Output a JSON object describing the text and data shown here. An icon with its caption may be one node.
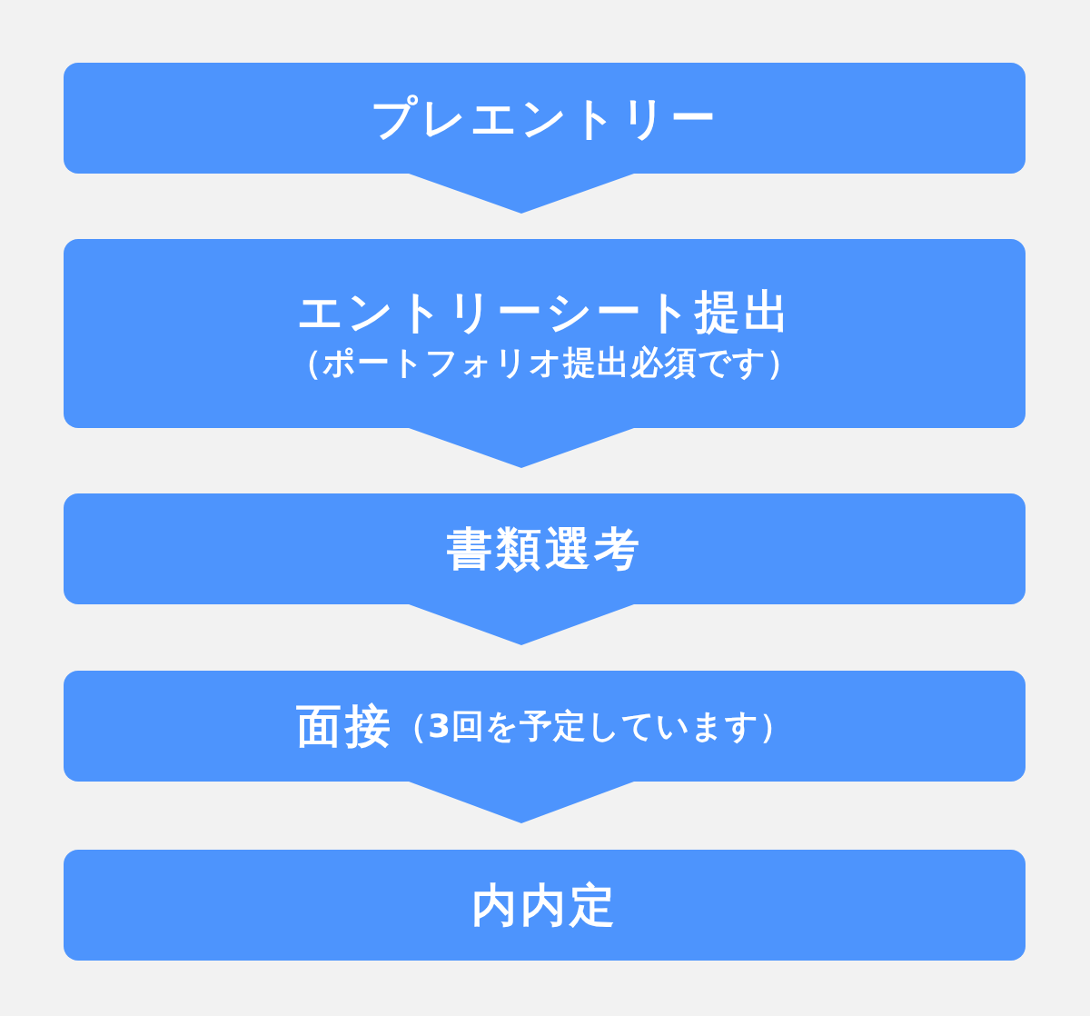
{
  "diagram": {
    "nodes": [
      {
        "text": [
          "プレエントリー"
        ]
      },
      {
        "text": [
          "エントリーシート提出",
          "（ポートフォリオ提出必須です）"
        ]
      },
      {
        "text": [
          "書類選考"
        ]
      },
      {
        "text": [
          "面接",
          "（3回を予定しています）"
        ]
      },
      {
        "text": [
          "内内定"
        ]
      }
    ],
    "edges": [
      {
        "from": 0,
        "to": 1,
        "arrow": "to"
      },
      {
        "from": 1,
        "to": 2,
        "arrow": "to"
      },
      {
        "from": 2,
        "to": 3,
        "arrow": "to"
      },
      {
        "from": 3,
        "to": 4,
        "arrow": "to"
      }
    ]
  }
}
